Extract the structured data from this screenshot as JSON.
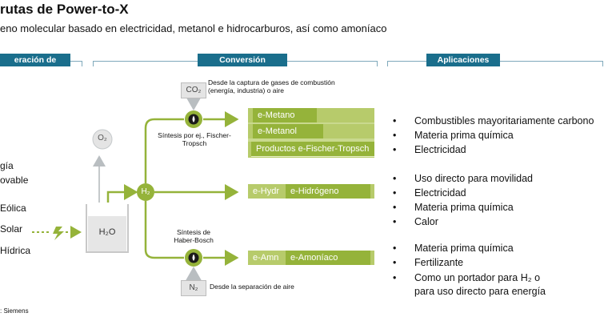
{
  "title": "rutas de Power-to-X",
  "subtitle": "eno molecular basado en electricidad, metanol e hidrocarburos, así como amoníaco",
  "sections": {
    "left": "eración de energía",
    "center": "Conversión",
    "right": "Aplicaciones"
  },
  "energy": {
    "label_line1": "gía",
    "label_line2": "ovable",
    "sources": [
      "Eólica",
      "Solar",
      "Hídrica"
    ]
  },
  "nodes": {
    "co2": "CO₂",
    "co2_note": "Desde la captura de gases de combustión (energía, industria) o aire",
    "o2": "O₂",
    "h2o": "H₂O",
    "h2": "H₂",
    "n2": "N₂",
    "n2_note": "Desde la separación de aire",
    "synth1": "Síntesis por ej., Fischer-Tropsch",
    "synth2": "Síntesis de Haber-Bosch"
  },
  "products": {
    "metano_under": "e-Metano",
    "metano": "e-Metano",
    "metanol": "e-Metanol",
    "fischer": "Productos e-Fischer-Tropsch",
    "hidrogeno_under": "e-Hydr",
    "hidrogeno": "e-Hidrógeno",
    "amoniaco_under": "e-Amn",
    "amoniaco": "e-Amoníaco"
  },
  "applications": {
    "group1": [
      "Combustibles mayoritariamente carbono",
      "Materia prima química",
      "Electricidad"
    ],
    "group2": [
      "Uso directo para movilidad",
      "Electricidad",
      "Materia prima química",
      "Calor"
    ],
    "group3": [
      "Materia prima química",
      "Fertilizante",
      "Como un portador para H₂ o",
      "para uso directo para energía"
    ]
  },
  "source": ": Siemens",
  "colors": {
    "header_blue": "#1a6e8c",
    "bracket": "#7fa9bb",
    "green": "#95b33a",
    "green_light": "#b7cb6b",
    "arrow_grey": "#b9bec1"
  }
}
